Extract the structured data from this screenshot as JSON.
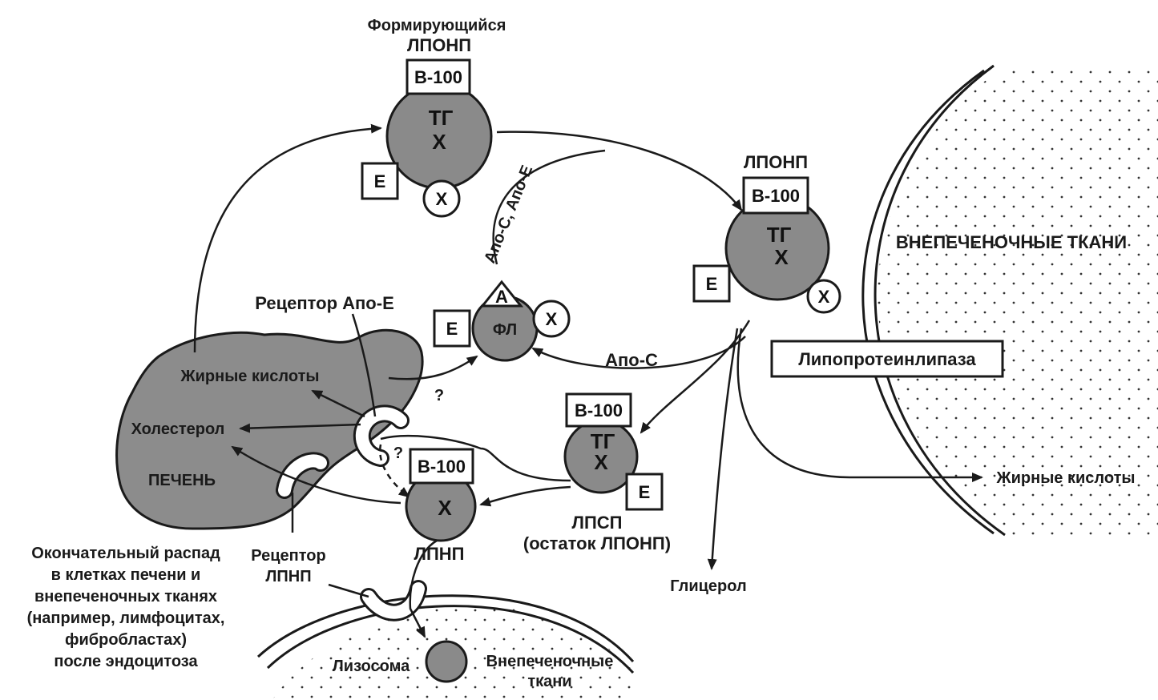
{
  "colors": {
    "lipoprotein_fill": "#8a8a8a",
    "liver_fill": "#8c8c8c",
    "ink": "#1a1a1a",
    "background": "#ffffff"
  },
  "labels": {
    "forming_vldl_line1": "Формирующийся",
    "forming_vldl_line2": "ЛПОНП",
    "vldl": "ЛПОНП",
    "extrahepatic_tissues": "ВНЕПЕЧЕНОЧНЫЕ ТКАНИ",
    "lipoprotein_lipase": "Липопротеинлипаза",
    "apo_e_receptor": "Рецептор Апо-Е",
    "apo_c_apo_e": "Апо-С, Апо-Е",
    "apo_c": "Апо-С",
    "fatty_acids_liver": "Жирные кислоты",
    "cholesterol": "Холестерол",
    "liver": "ПЕЧЕНЬ",
    "question_1": "?",
    "question_2": "?",
    "idl_line1": "ЛПСП",
    "idl_line2": "(остаток ЛПОНП)",
    "ldl": "ЛПНП",
    "ldl_receptor_line1": "Рецептор",
    "ldl_receptor_line2": "ЛПНП",
    "glycerol": "Глицерол",
    "fatty_acids_tissue": "Жирные кислоты",
    "final_breakdown": [
      "Окончательный распад",
      "в клетках печени и",
      "внепеченочных тканях",
      "(например, лимфоцитах,",
      "фибробластах)",
      "после эндоцитоза"
    ],
    "lysosome": "Лизосома",
    "extrahepatic_bottom_line1": "Внепеченочные",
    "extrahepatic_bottom_line2": "ткани"
  },
  "particles": {
    "forming_vldl": {
      "box": "B-100",
      "core": [
        "ТГ",
        "Х"
      ],
      "apo_e": "E",
      "chol": "X"
    },
    "vldl": {
      "box": "B-100",
      "core": [
        "ТГ",
        "Х"
      ],
      "apo_e": "E",
      "chol": "X"
    },
    "hdl": {
      "core": "ФЛ",
      "apo_a": "A",
      "apo_e": "E",
      "chol": "X"
    },
    "idl": {
      "box": "B-100",
      "core": [
        "ТГ",
        "Х"
      ],
      "apo_e": "E"
    },
    "ldl": {
      "box": "B-100",
      "core": "Х"
    }
  }
}
